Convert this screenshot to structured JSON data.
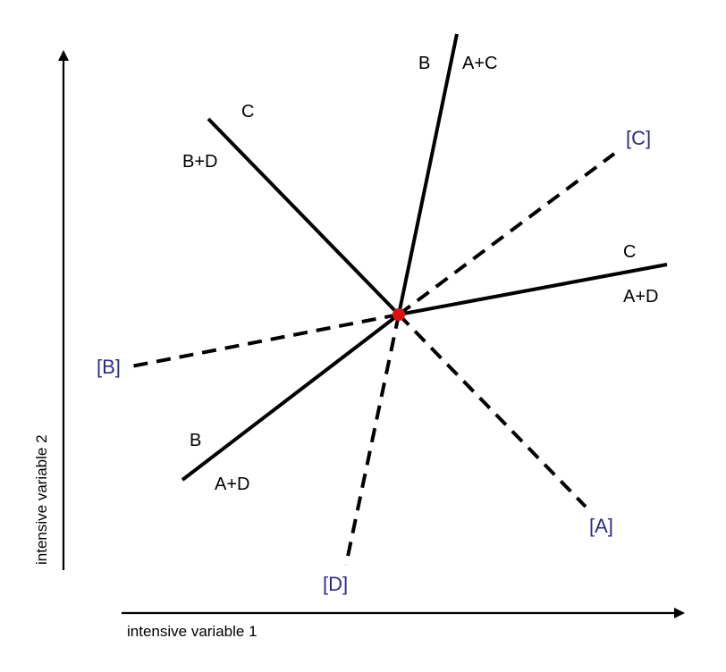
{
  "axes": {
    "x_label": "intensive variable 1",
    "y_label": "intensive variable 2"
  },
  "invariant_point": {
    "color": "#e01010"
  },
  "stable_reactions": {
    "absent_A": {
      "side_1": "B",
      "side_2": "A+C"
    },
    "absent_B": {
      "side_1": "C",
      "side_2": "B+D"
    },
    "absent_D": {
      "side_1": "C",
      "side_2": "A+D"
    },
    "absent_C": {
      "side_1": "B",
      "side_2": "A+D"
    }
  },
  "metastable_labels": {
    "C": "[C]",
    "B": "[B]",
    "A": "[A]",
    "D": "[D]"
  },
  "colors": {
    "lines": "#000000",
    "absent_phase_labels": "#2e2a8a"
  }
}
